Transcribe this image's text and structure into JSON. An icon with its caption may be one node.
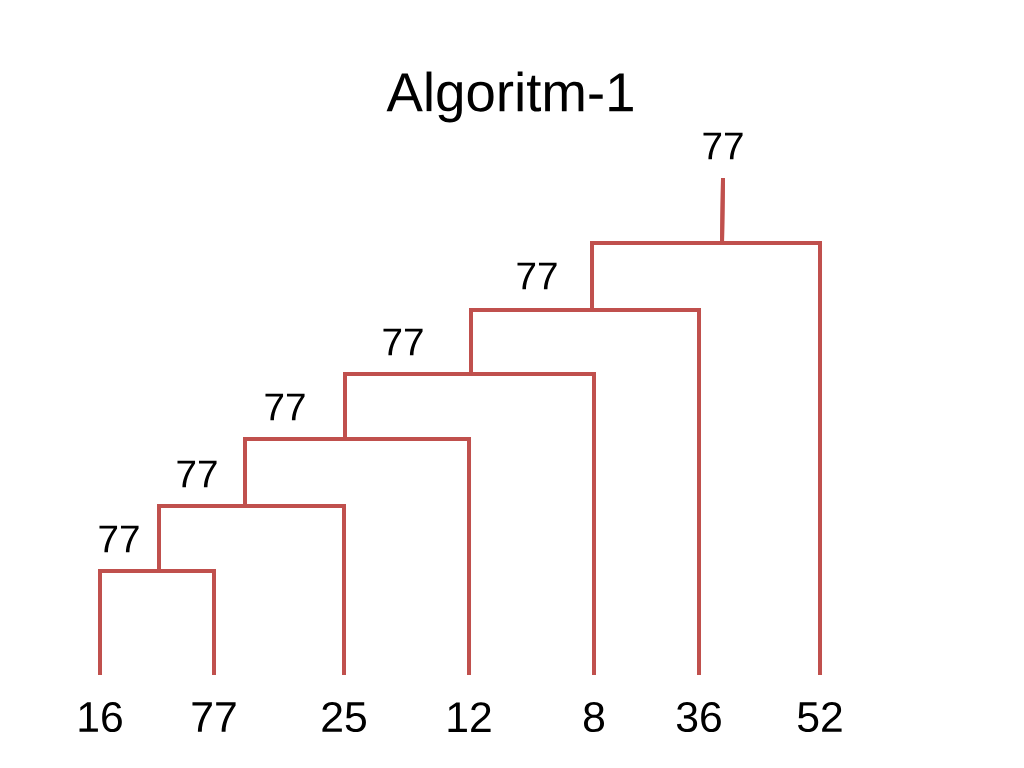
{
  "diagram": {
    "title": "Algoritm-1",
    "nodes": [
      {
        "text": [
          "77"
        ]
      },
      {
        "text": [
          "77"
        ]
      },
      {
        "text": [
          "77"
        ]
      },
      {
        "text": [
          "77"
        ]
      },
      {
        "text": [
          "77"
        ]
      },
      {
        "text": [
          "77"
        ]
      },
      {
        "text": [
          "16"
        ]
      },
      {
        "text": [
          "77"
        ]
      },
      {
        "text": [
          "25"
        ]
      },
      {
        "text": [
          "12"
        ]
      },
      {
        "text": [
          "8"
        ]
      },
      {
        "text": [
          "36"
        ]
      },
      {
        "text": [
          "52"
        ]
      }
    ],
    "edges": [
      {
        "from": 0,
        "to": 1,
        "arrow": "none"
      },
      {
        "from": 0,
        "to": 12,
        "arrow": "none"
      },
      {
        "from": 1,
        "to": 2,
        "arrow": "none"
      },
      {
        "from": 1,
        "to": 11,
        "arrow": "none"
      },
      {
        "from": 2,
        "to": 3,
        "arrow": "none"
      },
      {
        "from": 2,
        "to": 10,
        "arrow": "none"
      },
      {
        "from": 3,
        "to": 4,
        "arrow": "none"
      },
      {
        "from": 3,
        "to": 9,
        "arrow": "none"
      },
      {
        "from": 4,
        "to": 5,
        "arrow": "none"
      },
      {
        "from": 4,
        "to": 8,
        "arrow": "none"
      },
      {
        "from": 5,
        "to": 6,
        "arrow": "none"
      },
      {
        "from": 5,
        "to": 7,
        "arrow": "none"
      }
    ]
  }
}
